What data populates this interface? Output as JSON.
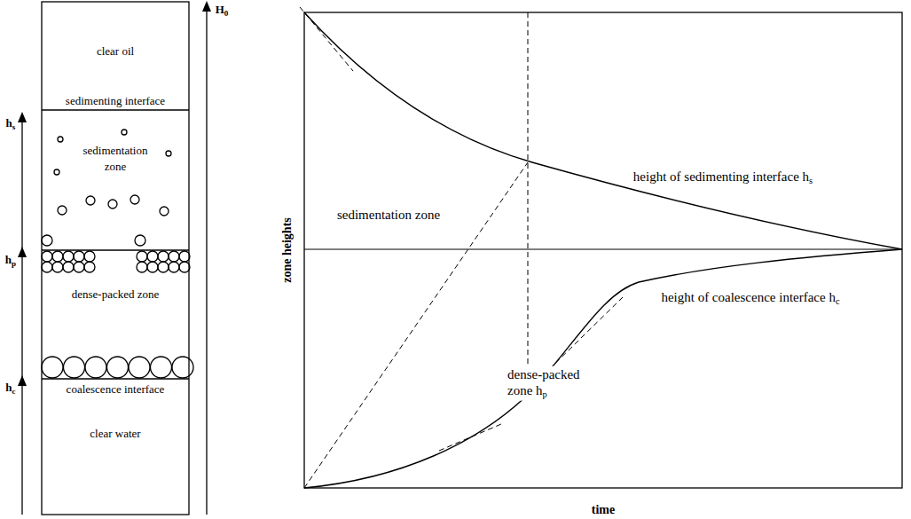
{
  "diagram": {
    "nodes": [
      {
        "text": [
          "clear oil"
        ]
      },
      {
        "text": [
          "sedimentation zone"
        ]
      },
      {
        "text": [
          "dense-packed zone"
        ]
      },
      {
        "text": [
          "clear water"
        ]
      }
    ],
    "labels": [
      "sedimenting interface",
      "coalescence interface",
      "h",
      "s",
      "h",
      "p",
      "h",
      "c",
      "H",
      "0",
      "zone heights",
      "time",
      "sedimentation zone",
      "height of sedimenting interface h",
      "s",
      "height of coalescence interface h",
      "c",
      "dense-packed zone h",
      "p"
    ]
  }
}
